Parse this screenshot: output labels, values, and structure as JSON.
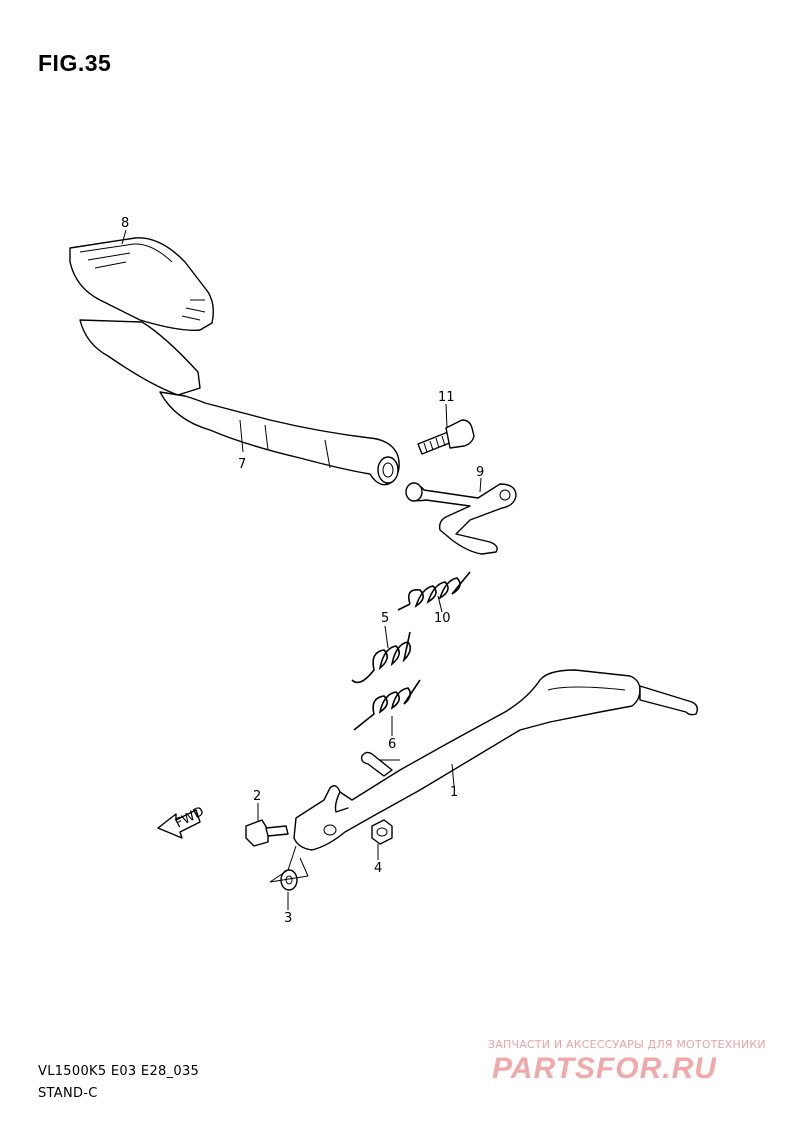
{
  "figure": {
    "title": "FIG.35",
    "model_code": "VL1500K5 E03 E28_035",
    "section": "STAND-C"
  },
  "callouts": [
    "1",
    "2",
    "3",
    "4",
    "5",
    "6",
    "7",
    "8",
    "9",
    "10",
    "11"
  ],
  "direction_marker": "FWD",
  "watermark": {
    "tagline": "ЗАПЧАСТИ И АКСЕССУАРЫ ДЛЯ МОТОТЕХНИКИ",
    "brand": "PARTSFOR.RU"
  }
}
